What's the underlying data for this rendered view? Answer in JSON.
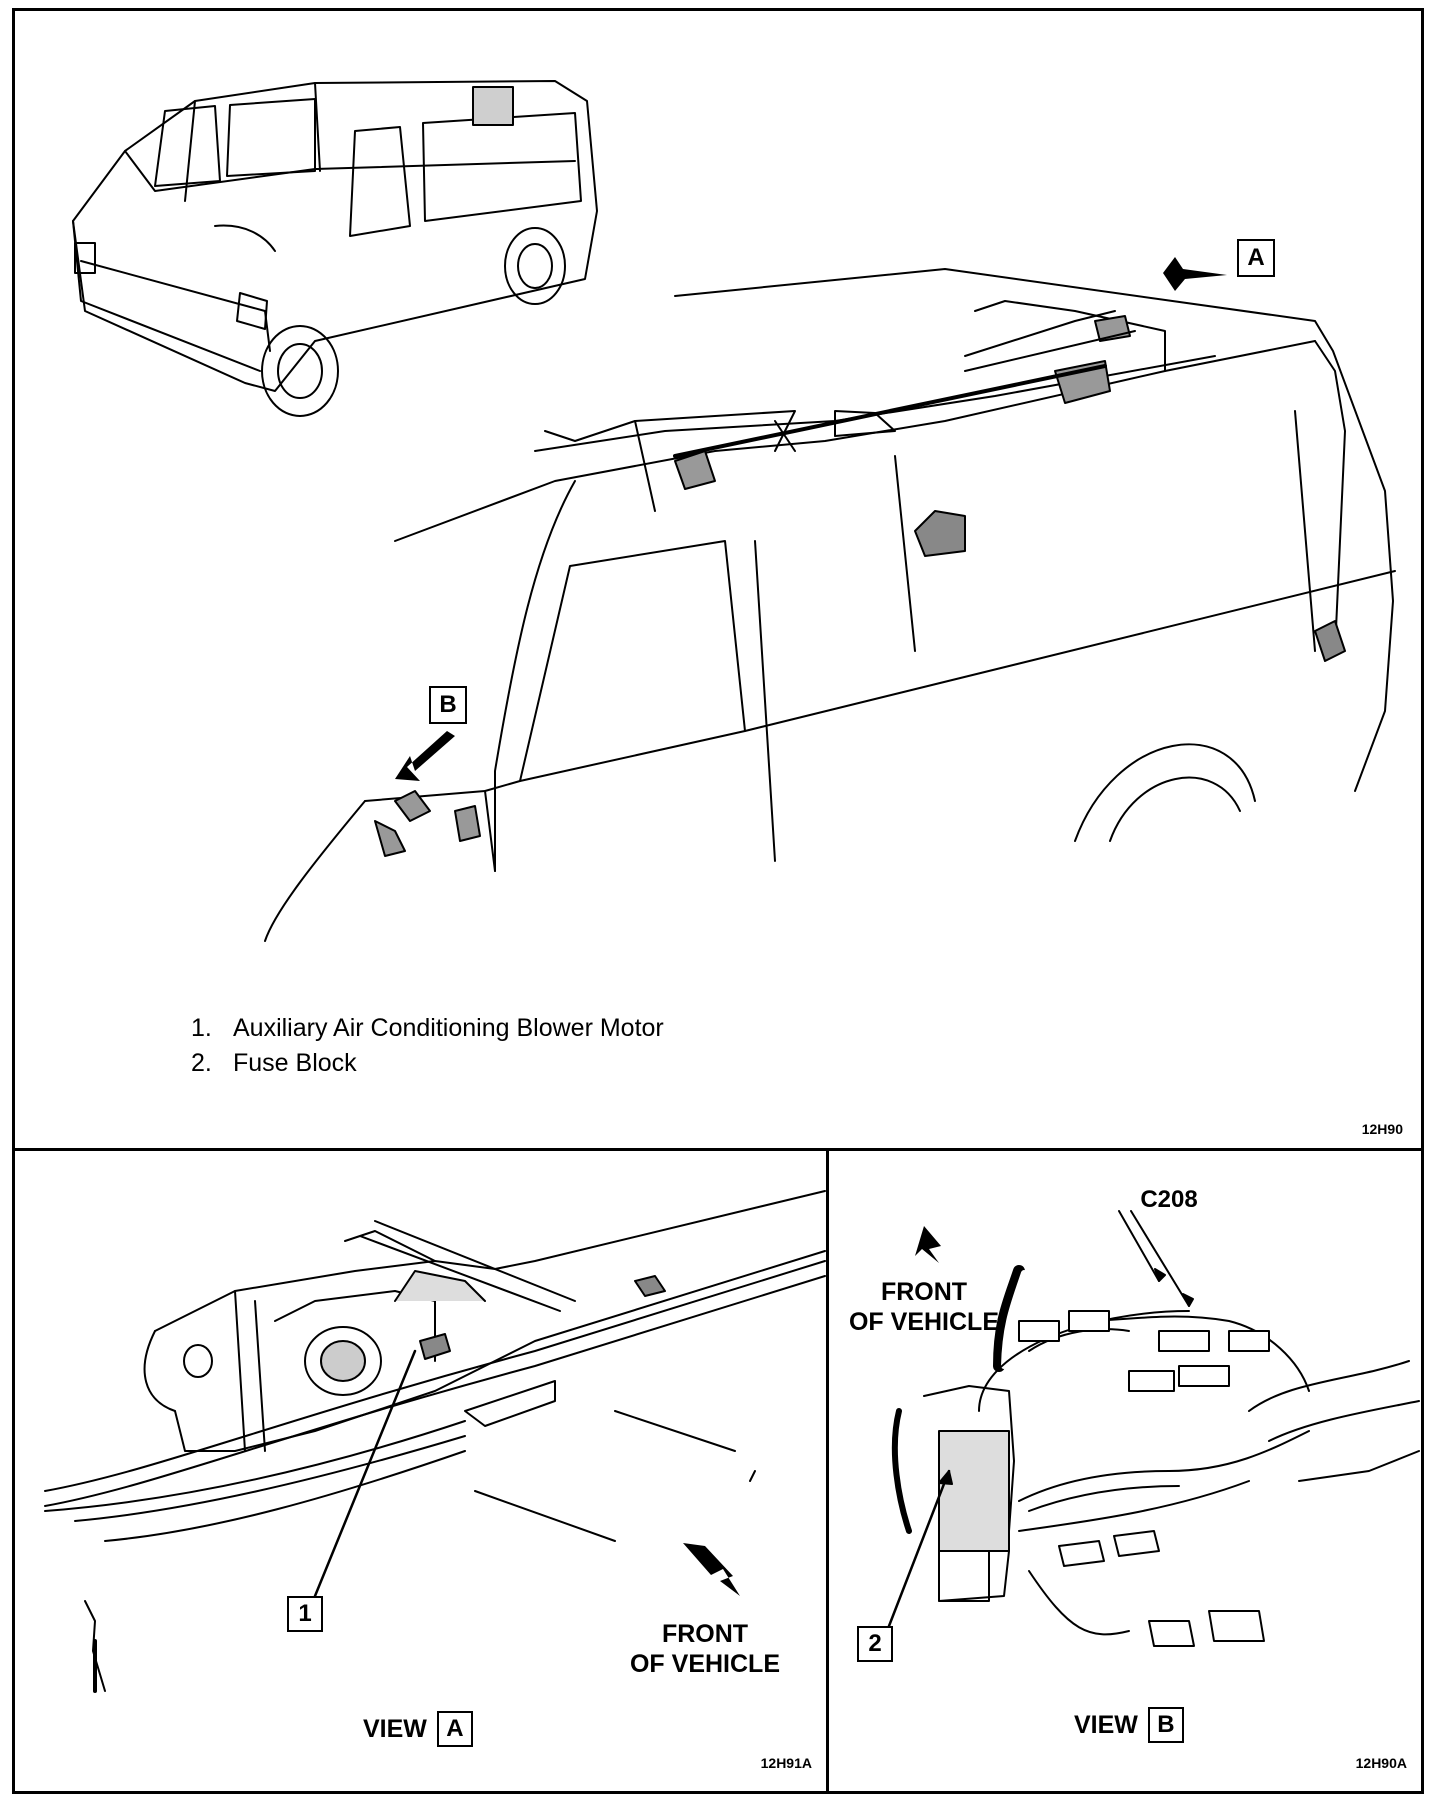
{
  "top_panel": {
    "callout_a": "A",
    "callout_b": "B",
    "legend": [
      {
        "number": "1.",
        "text": "Auxiliary Air Conditioning Blower Motor"
      },
      {
        "number": "2.",
        "text": "Fuse Block"
      }
    ],
    "figure_code": "12H90"
  },
  "view_a": {
    "callout_1": "1",
    "front_label_line1": "FRONT",
    "front_label_line2": "OF VEHICLE",
    "view_word": "VIEW",
    "view_letter": "A",
    "figure_code": "12H91A"
  },
  "view_b": {
    "connector_label": "C208",
    "callout_2": "2",
    "front_label_line1": "FRONT",
    "front_label_line2": "OF VEHICLE",
    "view_word": "VIEW",
    "view_letter": "B",
    "figure_code": "12H90A"
  }
}
